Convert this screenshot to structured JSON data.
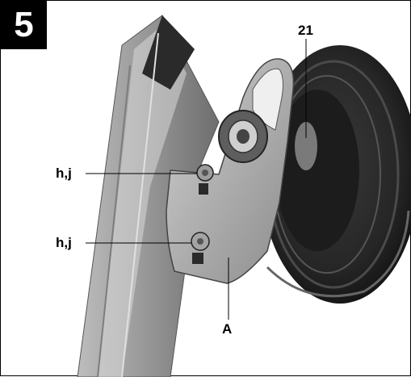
{
  "figure": {
    "number": "5"
  },
  "callouts": {
    "hj_upper": "h,j",
    "hj_lower": "h,j",
    "part_21": "21",
    "part_a": "A"
  }
}
